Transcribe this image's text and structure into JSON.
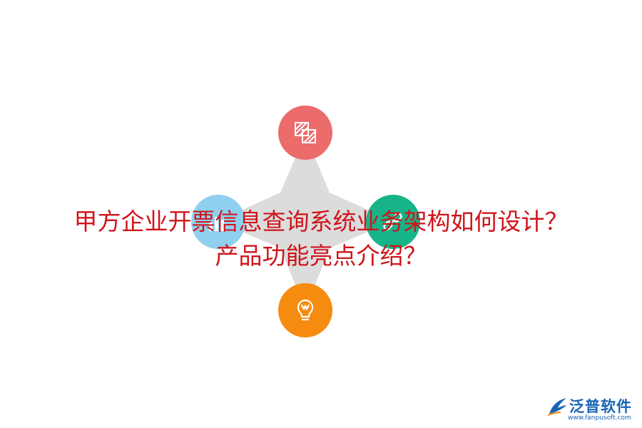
{
  "title": {
    "line1": "甲方企业开票信息查询系统业务架构如何设计？",
    "line2": "产品功能亮点介绍？"
  },
  "colors": {
    "title": "#d0141b",
    "star": "#dcdcdc",
    "top_circle": "#ec6b6b",
    "left_circle": "#8fd0ef",
    "right_circle": "#17b489",
    "bottom_circle": "#f58c0f",
    "logo": "#1a64b4"
  },
  "icons": {
    "top": "striped-squares-icon",
    "left": "bar-chart-icon",
    "right": "link-icon",
    "bottom": "lightbulb-icon"
  },
  "logo": {
    "name": "泛普软件",
    "url": "www.fanpusoft.com"
  }
}
